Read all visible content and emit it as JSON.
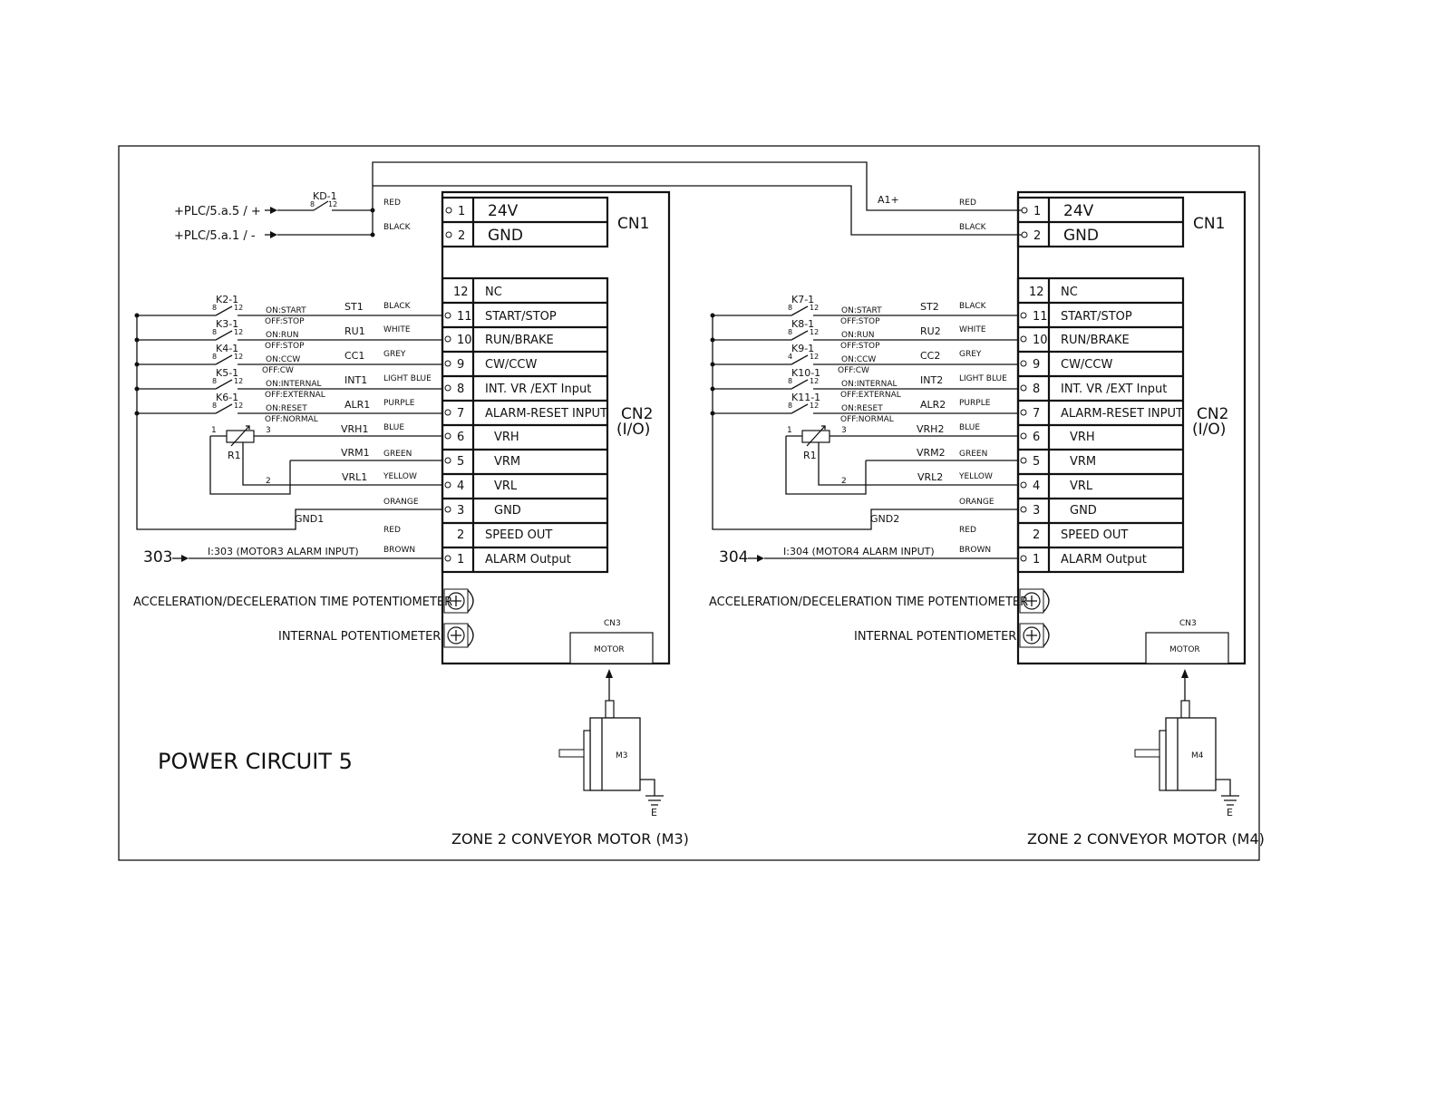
{
  "title": "POWER CIRCUIT 5",
  "plc_inputs": [
    "+PLC/5.a.5 / +",
    "+PLC/5.a.1 / -"
  ],
  "relay_main": {
    "name": "KD-1",
    "a": "8",
    "b": "12"
  },
  "a1_label": "A1+",
  "pin_col": {
    "one": "1",
    "two": "2"
  },
  "cn1": {
    "label": "CN1",
    "rows": [
      {
        "pin": "1",
        "name": "24V",
        "wire": "RED"
      },
      {
        "pin": "2",
        "name": "GND",
        "wire": "BLACK"
      }
    ]
  },
  "cn2": {
    "label": "CN2",
    "label2": "(I/O)",
    "rows": [
      {
        "pin": "12",
        "name": "NC"
      },
      {
        "pin": "11",
        "name": "START/STOP"
      },
      {
        "pin": "10",
        "name": "RUN/BRAKE"
      },
      {
        "pin": "9",
        "name": "CW/CCW"
      },
      {
        "pin": "8",
        "name": "INT. VR /EXT Input"
      },
      {
        "pin": "7",
        "name": "ALARM-RESET INPUT"
      },
      {
        "pin": "6",
        "name": "VRH"
      },
      {
        "pin": "5",
        "name": "VRM"
      },
      {
        "pin": "4",
        "name": "VRL"
      },
      {
        "pin": "3",
        "name": "GND"
      },
      {
        "pin": "2",
        "name": "SPEED OUT"
      },
      {
        "pin": "1",
        "name": "ALARM Output"
      }
    ]
  },
  "wire_colors": [
    "BLACK",
    "WHITE",
    "GREY",
    "LIGHT BLUE",
    "PURPLE",
    "BLUE",
    "GREEN",
    "YELLOW",
    "ORANGE",
    "RED",
    "BROWN"
  ],
  "switch_states": [
    {
      "on": "ON:START",
      "off": "OFF:STOP"
    },
    {
      "on": "ON:RUN",
      "off": "OFF:STOP"
    },
    {
      "on": "ON:CCW",
      "off": "OFF:CW"
    },
    {
      "on": "ON:INTERNAL",
      "off": "OFF:EXTERNAL"
    },
    {
      "on": "ON:RESET",
      "off": "OFF:NORMAL"
    }
  ],
  "pot_pins": {
    "p1": "1",
    "p2": "2",
    "p3": "3"
  },
  "resistor": "R1",
  "cn3": {
    "label": "CN3",
    "motor": "MOTOR"
  },
  "potentiometers": [
    "ACCELERATION/DECELERATION TIME POTENTIOMETER",
    "INTERNAL POTENTIOMETER"
  ],
  "earth": "E",
  "drivers": [
    {
      "relays": [
        {
          "name": "K2-1",
          "a": "8",
          "b": "12"
        },
        {
          "name": "K3-1",
          "a": "8",
          "b": "12"
        },
        {
          "name": "K4-1",
          "a": "8",
          "b": "12"
        },
        {
          "name": "K5-1",
          "a": "8",
          "b": "12"
        },
        {
          "name": "K6-1",
          "a": "8",
          "b": "12"
        }
      ],
      "signals": [
        "ST1",
        "RU1",
        "CC1",
        "INT1",
        "ALR1",
        "VRH1",
        "VRM1",
        "VRL1"
      ],
      "gnd": "GND1",
      "alarm_ref": "303",
      "alarm_input": "I:303 (MOTOR3 ALARM INPUT)",
      "motor": "M3",
      "zone": "ZONE 2 CONVEYOR MOTOR (M3)"
    },
    {
      "relays": [
        {
          "name": "K7-1",
          "a": "8",
          "b": "12"
        },
        {
          "name": "K8-1",
          "a": "8",
          "b": "12"
        },
        {
          "name": "K9-1",
          "a": "4",
          "b": "12"
        },
        {
          "name": "K10-1",
          "a": "8",
          "b": "12"
        },
        {
          "name": "K11-1",
          "a": "8",
          "b": "12"
        }
      ],
      "signals": [
        "ST2",
        "RU2",
        "CC2",
        "INT2",
        "ALR2",
        "VRH2",
        "VRM2",
        "VRL2"
      ],
      "gnd": "GND2",
      "alarm_ref": "304",
      "alarm_input": "I:304 (MOTOR4 ALARM INPUT)",
      "motor": "M4",
      "zone": "ZONE 2 CONVEYOR MOTOR (M4)"
    }
  ]
}
